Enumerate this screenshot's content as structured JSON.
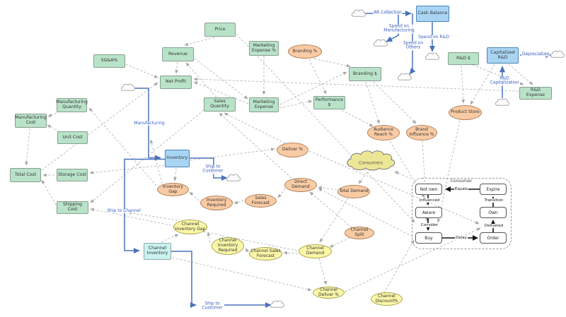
{
  "nodes": {
    "price": "Price",
    "revenue": "Revenue",
    "sga_pct": "SG&A%",
    "net_profit": "Net Profit",
    "marketing_expense_pct": "Marketing Expense %",
    "marketing_expense": "Marketing Expense",
    "sales_quantity": "Sales Quantity",
    "manufacturing_quantity": "Manufacturing Quantity",
    "manufacturing_cost": "Manufacturing Cost",
    "unit_cost": "Unit Cost",
    "total_cost": "Total Cost",
    "storage_cost": "Storage Cost",
    "shipping_cost": "Shipping Cost",
    "branding_dollar": "Branding $",
    "performance_dollar": "Performance $",
    "rnd_dollar": "R&D $",
    "rnd_expense": "R&D Expense",
    "cash_balance": "Cash Balance",
    "capitalized_rnd": "Capitalized R&D",
    "inventory": "Inventory",
    "channel_inventory": "Channel Inventory",
    "branding_pct": "Branding %",
    "audience_reach_pct": "Audience Reach %",
    "brand_influence_pct": "Brand Influence %",
    "product_store": "Product Store",
    "deliver_pct": "Deliver %",
    "inventory_gap": "Inventory Gap",
    "inventory_required": "Inventory Required",
    "sales_forecast": "Sales Forecast",
    "direct_demand": "Direct Demand",
    "total_demand": "Total Demand",
    "channel_split": "Channel Split",
    "channel_inventory_gap": "Channel Inventory Gap",
    "channel_inventory_required": "Channel Inventory Required",
    "channel_sales_forecast": "Channel Sales Forecast",
    "channel_demand": "Channel Demand",
    "channel_deliver_pct": "Channel Deliver %",
    "channel_discount_pct": "Channel Discount%",
    "consumers": "Consumers"
  },
  "flows": {
    "ar_collection": "AR Collection",
    "spend_on_manufacturing": "Spend on Manufacturing",
    "spend_on_others": "Spend on Others",
    "spend_on_rnd": "Spend on R&D",
    "depreciation": "Depreciation",
    "rnd_capitalization": "R&D Capitalization",
    "manufacturing": "Manufacturing",
    "ship_to_customer_direct": "Ship to Customer",
    "ship_to_channel": "Ship to Channel",
    "ship_to_customer_channel": "Ship to Customer"
  },
  "consumer_machine": {
    "title": "Consumer",
    "states": {
      "not_own": "Not own",
      "expire": "Expire",
      "aware": "Aware",
      "own": "Own",
      "buy": "Buy",
      "order": "Order"
    },
    "transitions": {
      "equals": "Equals",
      "influenced": "Influenced",
      "transition": "Transition",
      "consider": "Consider",
      "delivered": "Delivered",
      "delay": "Delay"
    }
  },
  "colors": {
    "green_node": "#b9e3c9",
    "blue_stock": "#a9d5f5",
    "cyan_stock": "#c9f2f0",
    "orange_node": "#f9cba4",
    "yellow_node": "#faf7a8",
    "consumers_cloud": "#ece697",
    "flow_blue": "#4a72ba",
    "dashed_gray": "#bcbcbc"
  }
}
